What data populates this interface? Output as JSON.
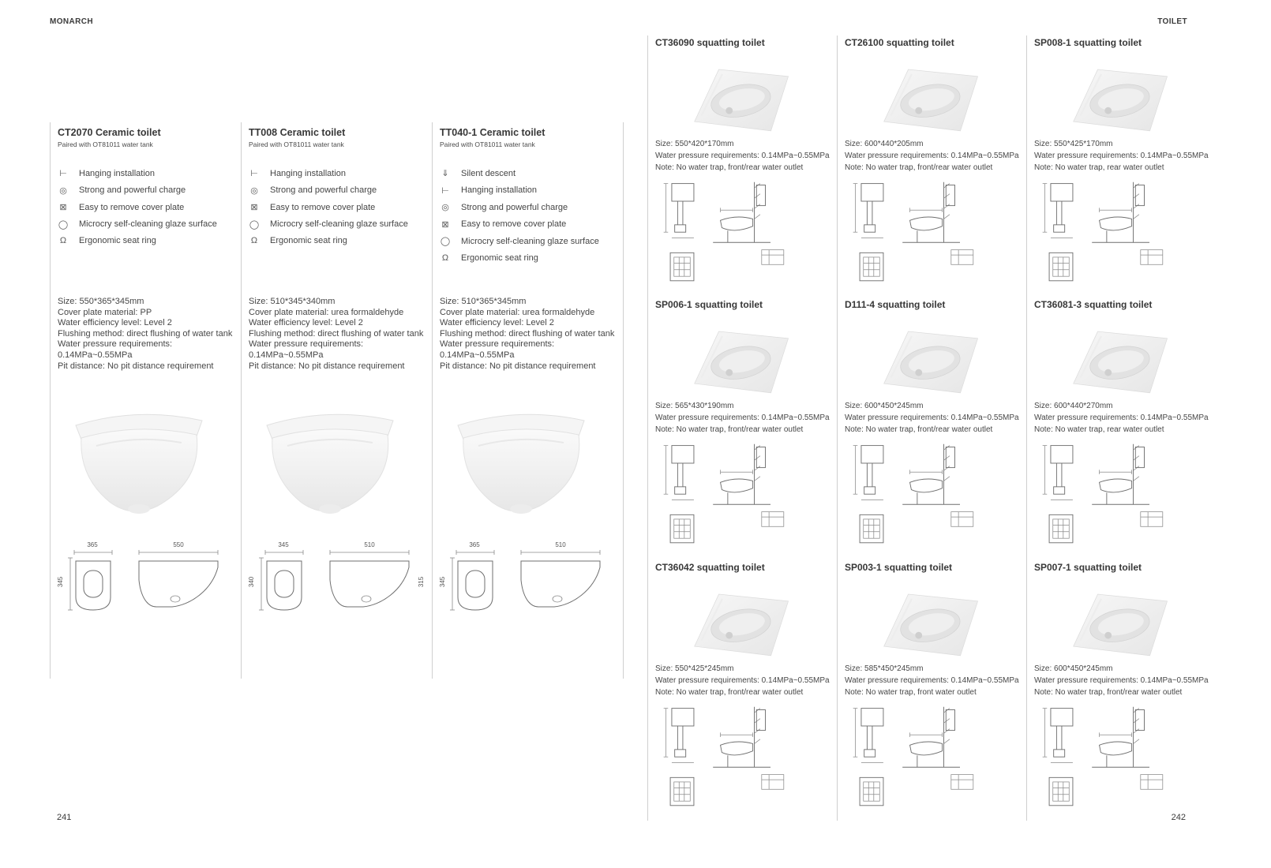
{
  "header": {
    "brand": "MONARCH",
    "section": "TOILET"
  },
  "left_page": {
    "page_number": "241",
    "products": [
      {
        "title": "CT2070 Ceramic toilet",
        "subtitle": "Paired with OT81011 water tank",
        "features": [
          {
            "icon": "hanging-installation-icon",
            "label": "Hanging installation"
          },
          {
            "icon": "strong-charge-icon",
            "label": "Strong and powerful charge"
          },
          {
            "icon": "remove-cover-icon",
            "label": "Easy to remove cover plate"
          },
          {
            "icon": "self-cleaning-icon",
            "label": "Microcry self-cleaning glaze surface"
          },
          {
            "icon": "seat-ring-icon",
            "label": "Ergonomic seat ring"
          }
        ],
        "specs": [
          "Size: 550*365*345mm",
          "Cover plate material: PP",
          "Water efficiency level: Level 2",
          "Flushing method: direct flushing of water tank",
          "Water pressure requirements: 0.14MPa~0.55MPa",
          "Pit distance: No pit distance requirement"
        ],
        "dims": {
          "top_width": "365",
          "top_depth": "345",
          "side_width": "550",
          "side_height": ""
        }
      },
      {
        "title": "TT008 Ceramic toilet",
        "subtitle": "Paired with OT81011 water tank",
        "features": [
          {
            "icon": "hanging-installation-icon",
            "label": "Hanging installation"
          },
          {
            "icon": "strong-charge-icon",
            "label": "Strong and powerful charge"
          },
          {
            "icon": "remove-cover-icon",
            "label": "Easy to remove cover plate"
          },
          {
            "icon": "self-cleaning-icon",
            "label": "Microcry self-cleaning glaze surface"
          },
          {
            "icon": "seat-ring-icon",
            "label": "Ergonomic seat ring"
          }
        ],
        "specs": [
          "Size: 510*345*340mm",
          "Cover plate material: urea formaldehyde",
          "Water efficiency level: Level 2",
          "Flushing method: direct flushing of water tank",
          "Water pressure requirements: 0.14MPa~0.55MPa",
          "Pit distance: No pit distance requirement"
        ],
        "dims": {
          "top_width": "345",
          "top_depth": "340",
          "side_width": "510",
          "side_height": "315"
        }
      },
      {
        "title": "TT040-1 Ceramic toilet",
        "subtitle": "Paired with OT81011 water tank",
        "features": [
          {
            "icon": "silent-descent-icon",
            "label": "Silent descent"
          },
          {
            "icon": "hanging-installation-icon",
            "label": "Hanging installation"
          },
          {
            "icon": "strong-charge-icon",
            "label": "Strong and powerful charge"
          },
          {
            "icon": "remove-cover-icon",
            "label": "Easy to remove cover plate"
          },
          {
            "icon": "self-cleaning-icon",
            "label": "Microcry self-cleaning glaze surface"
          },
          {
            "icon": "seat-ring-icon",
            "label": "Ergonomic seat ring"
          }
        ],
        "specs": [
          "Size: 510*365*345mm",
          "Cover plate material: urea formaldehyde",
          "Water efficiency level: Level 2",
          "Flushing method: direct flushing of water tank",
          "Water pressure requirements: 0.14MPa~0.55MPa",
          "Pit distance: No pit distance requirement"
        ],
        "dims": {
          "top_width": "365",
          "top_depth": "345",
          "side_width": "510",
          "side_height": ""
        }
      }
    ]
  },
  "right_page": {
    "page_number": "242",
    "type_label": "squatting toilet",
    "products": [
      {
        "model": "CT36090",
        "type": "squatting toilet",
        "size": "Size: 550*420*170mm",
        "pressure": "Water pressure requirements: 0.14MPa~0.55MPa",
        "note": "Note: No water trap, front/rear water outlet"
      },
      {
        "model": "CT26100",
        "type": "squatting toilet",
        "size": "Size: 600*440*205mm",
        "pressure": "Water pressure requirements: 0.14MPa~0.55MPa",
        "note": "Note: No water trap, front/rear water outlet"
      },
      {
        "model": "SP008-1",
        "type": "squatting toilet",
        "size": "Size: 550*425*170mm",
        "pressure": "Water pressure requirements: 0.14MPa~0.55MPa",
        "note": "Note: No water trap, rear water outlet"
      },
      {
        "model": "SP006-1",
        "type": "squatting toilet",
        "size": "Size: 565*430*190mm",
        "pressure": "Water pressure requirements: 0.14MPa~0.55MPa",
        "note": "Note: No water trap, front/rear water outlet"
      },
      {
        "model": "D111-4",
        "type": "squatting toilet",
        "size": "Size: 600*450*245mm",
        "pressure": "Water pressure requirements: 0.14MPa~0.55MPa",
        "note": "Note: No water trap, front/rear water outlet"
      },
      {
        "model": "CT36081-3",
        "type": "squatting toilet",
        "size": "Size: 600*440*270mm",
        "pressure": "Water pressure requirements: 0.14MPa~0.55MPa",
        "note": "Note: No water trap, rear water outlet"
      },
      {
        "model": "CT36042",
        "type": "squatting toilet",
        "size": "Size: 550*425*245mm",
        "pressure": "Water pressure requirements: 0.14MPa~0.55MPa",
        "note": "Note: No water trap, front/rear water outlet"
      },
      {
        "model": "SP003-1",
        "type": "squatting toilet",
        "size": "Size: 585*450*245mm",
        "pressure": "Water pressure requirements: 0.14MPa~0.55MPa",
        "note": "Note: No water trap, front water outlet"
      },
      {
        "model": "SP007-1",
        "type": "squatting toilet",
        "size": "Size: 600*450*245mm",
        "pressure": "Water pressure requirements: 0.14MPa~0.55MPa",
        "note": "Note: No water trap, front/rear water outlet"
      }
    ]
  }
}
